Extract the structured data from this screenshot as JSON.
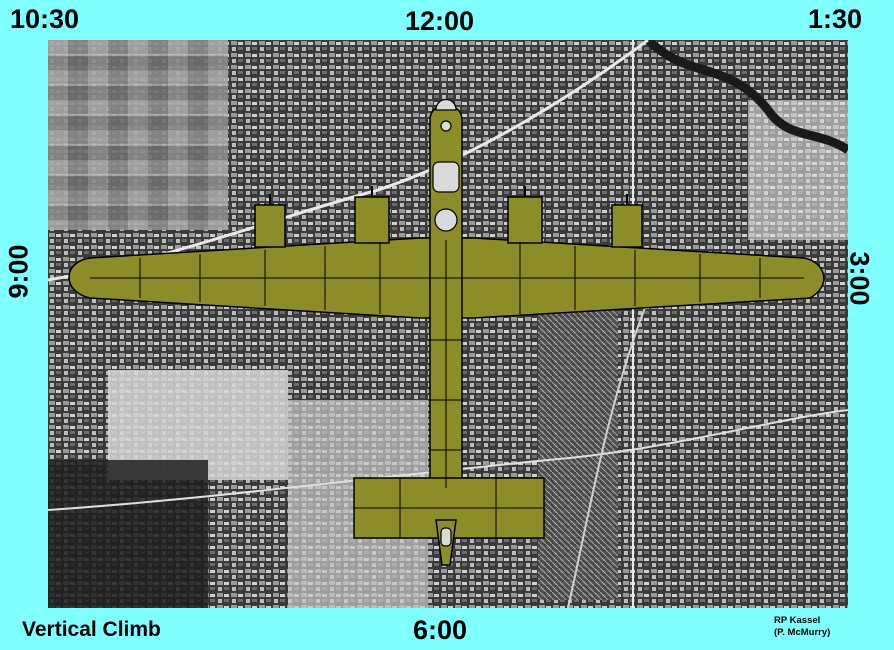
{
  "clock_positions": {
    "p1030": "10:30",
    "p1200": "12:00",
    "p130": "1:30",
    "p900": "9:00",
    "p300": "3:00",
    "p600": "6:00"
  },
  "maneuver": "Vertical Climb",
  "credit": {
    "line1": "RP Kassel",
    "line2": "(P. McMurry)"
  },
  "colors": {
    "background": "#7fffff",
    "aircraft": "#8c8c28",
    "outline": "#000000"
  },
  "aircraft_icon": "bomber-top-view-icon"
}
